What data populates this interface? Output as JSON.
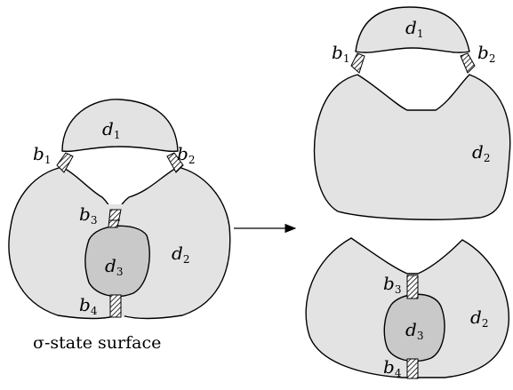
{
  "left_figure": {
    "disc_labels": [
      {
        "letter": "d",
        "index": "1"
      },
      {
        "letter": "d",
        "index": "2"
      },
      {
        "letter": "d",
        "index": "3"
      }
    ],
    "band_labels": [
      {
        "letter": "b",
        "index": "1"
      },
      {
        "letter": "b",
        "index": "2"
      },
      {
        "letter": "b",
        "index": "3"
      },
      {
        "letter": "b",
        "index": "4"
      }
    ],
    "caption": "σ-state surface"
  },
  "right_top": {
    "disc_labels": [
      {
        "letter": "d",
        "index": "1"
      },
      {
        "letter": "d",
        "index": "2"
      }
    ],
    "band_labels": [
      {
        "letter": "b",
        "index": "1"
      },
      {
        "letter": "b",
        "index": "2"
      }
    ]
  },
  "right_bottom": {
    "disc_labels": [
      {
        "letter": "d",
        "index": "3"
      },
      {
        "letter": "d",
        "index": "2"
      }
    ],
    "band_labels": [
      {
        "letter": "b",
        "index": "3"
      },
      {
        "letter": "b",
        "index": "4"
      }
    ]
  },
  "colors": {
    "disc_fill": "#e3e3e3",
    "dark_disc_fill": "#c9c9c9",
    "stroke": "#000000"
  }
}
